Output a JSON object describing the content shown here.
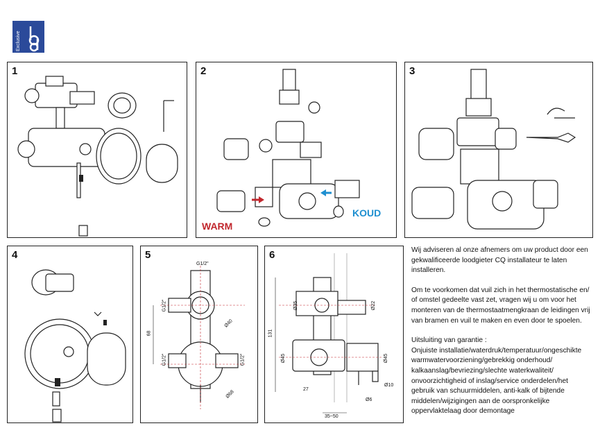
{
  "logo": {
    "brand_text": "Exclusive"
  },
  "panels": [
    {
      "number": "1"
    },
    {
      "number": "2",
      "warm_label": "WARM",
      "koud_label": "KOUD"
    },
    {
      "number": "3"
    },
    {
      "number": "4"
    },
    {
      "number": "5",
      "dims": {
        "top_thread": "G1/2\"",
        "left_thread_top": "G1/2\"",
        "dia_upper": "Ø40",
        "height": "68",
        "left_thread_bottom": "G1/2\"",
        "right_thread": "G1/2\"",
        "dia_lower": "Ø68"
      }
    },
    {
      "number": "6",
      "dims": {
        "dia_small": "Ø35",
        "dia_22": "Ø22",
        "height": "131",
        "dia_45_left": "Ø45",
        "dia_45_right": "Ø45",
        "width_27": "27",
        "dia_10": "Ø10",
        "dia_6": "Ø6",
        "range": "35~50"
      }
    }
  ],
  "text": {
    "para1": "Wij adviseren al onze afnemers om uw product door een gekwalificeerde loodgieter CQ installateur te laten installeren.",
    "para2": "Om te voorkomen dat vuil zich in het thermostatische en/ of omstel gedeelte vast zet, vragen wij u om voor het monteren van  de thermostaatmengkraan de leidingen vrij van bramen en vuil te maken en even door te spoelen.",
    "para3_title": "Uitsluiting van garantie :",
    "para3_body": "Onjuiste installatie/waterdruk/temperatuur/ongeschikte warmwatervoorziening/gebrekkig onderhoud/ kalkaanslag/bevriezing/slechte waterkwaliteit/ onvoorzichtigheid of inslag/service onderdelen/het gebruik van schuurmiddelen, anti-kalk of bijtende middelen/wijzigingen aan de oorspronkelijke oppervlaktelaag  door demontage"
  }
}
